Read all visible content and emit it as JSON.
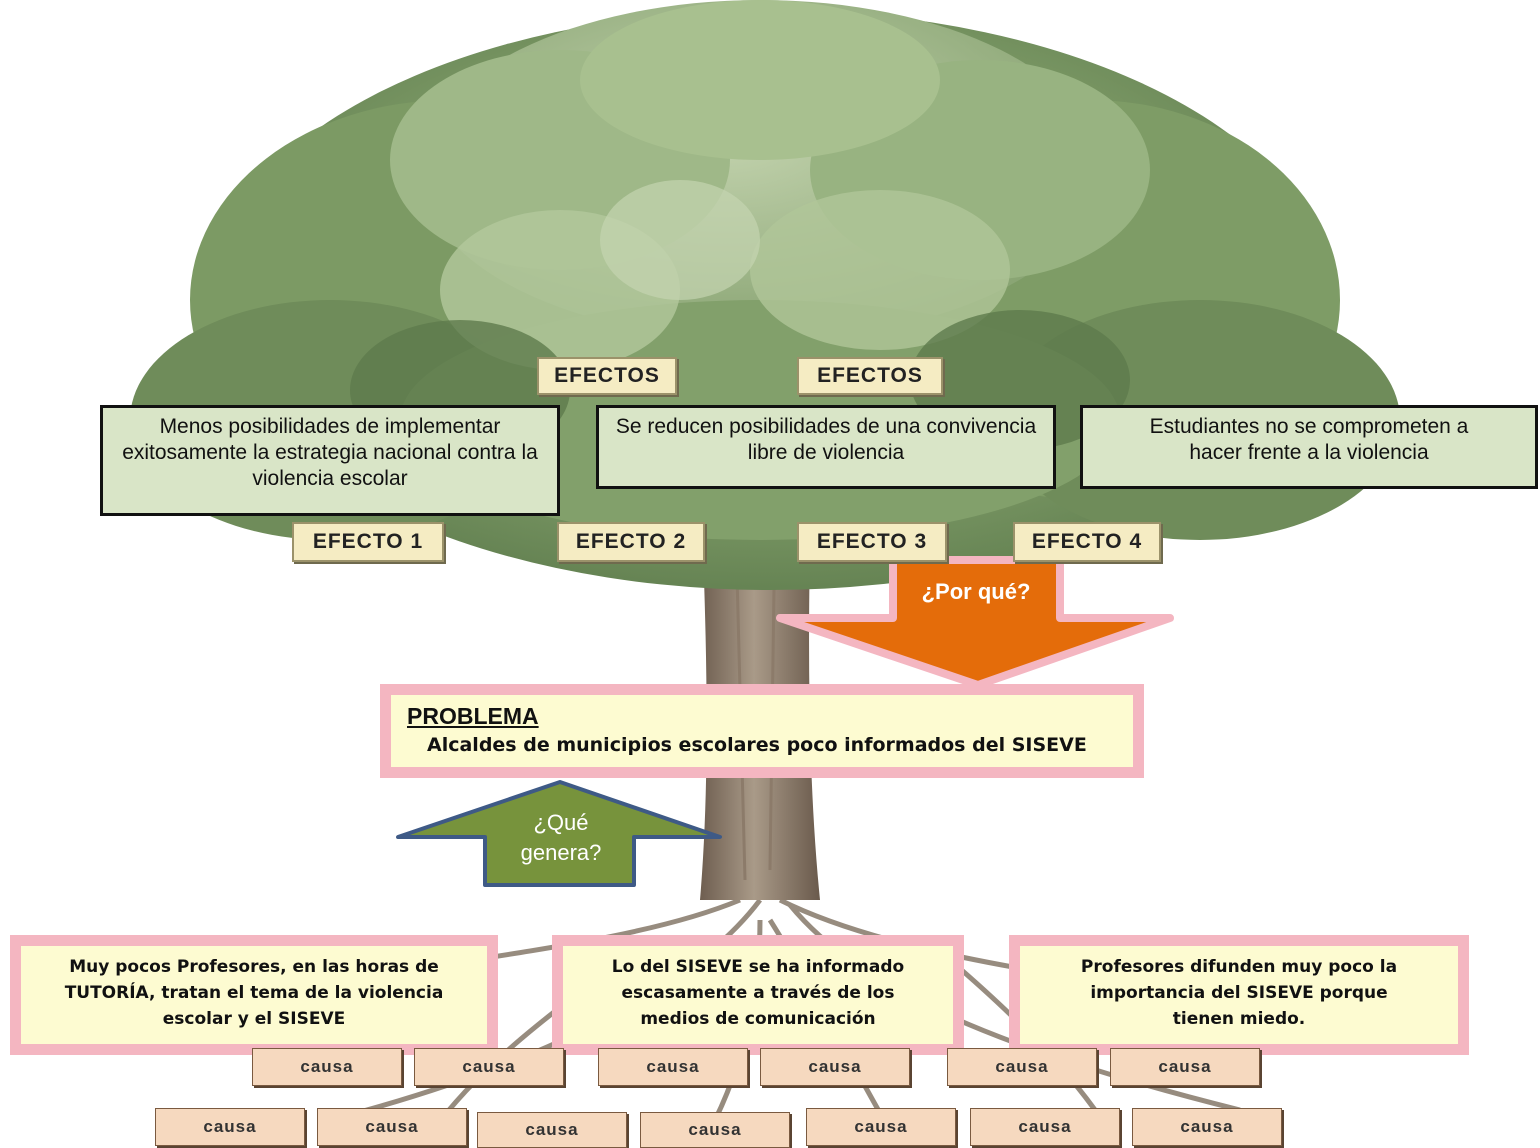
{
  "labels": {
    "efectos_left": "EFECTOS",
    "efectos_right": "EFECTOS",
    "efecto_1": "EFECTO 1",
    "efecto_2": "EFECTO 2",
    "efecto_3": "EFECTO 3",
    "efecto_4": "EFECTO 4"
  },
  "effects": [
    "Menos posibilidades de implementar exitosamente la estrategia nacional contra la violencia escolar",
    "Se reducen posibilidades de una convivencia libre de violencia",
    "Estudiantes no se comprometen a hacer frente a la violencia"
  ],
  "why_arrow": {
    "label": "¿Por qué?",
    "color": "#e46c0a"
  },
  "problem": {
    "title": "PROBLEMA",
    "text": "Alcaldes de municipios escolares poco informados del SISEVE"
  },
  "what_arrow": {
    "label": "¿Qué genera?",
    "color": "#77933c"
  },
  "causes": [
    "Muy pocos Profesores, en las horas de TUTORÍA, tratan el tema de la violencia escolar y el SISEVE",
    "Lo del SISEVE se ha informado escasamente a través de los medios de comunicación",
    "Profesores difunden muy poco la importancia del SISEVE porque tienen miedo."
  ],
  "causa_row_1": [
    "causa",
    "causa",
    "causa",
    "causa",
    "causa",
    "causa"
  ],
  "causa_row_2": [
    "causa",
    "causa",
    "causa",
    "causa",
    "causa",
    "causa",
    "causa"
  ],
  "colors": {
    "pink_border": "#f4b6c1",
    "cream_fill": "#fdfbd1",
    "effect_fill": "#d9e5c7"
  }
}
